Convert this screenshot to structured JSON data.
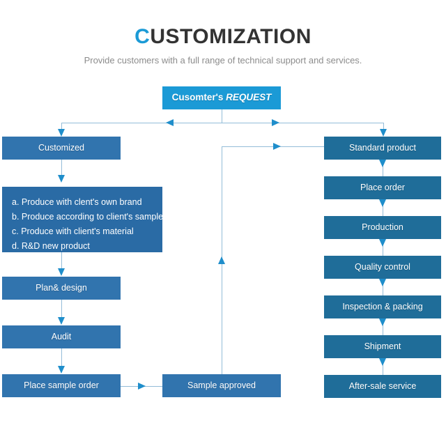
{
  "header": {
    "title_lead": "C",
    "title_rest": "USTOMIZATION",
    "subtitle": "Provide customers with a full range of technical support and services."
  },
  "colors": {
    "request_box": "#1b9ad6",
    "left_box": "#3174ae",
    "right_box": "#1f6d99",
    "list_box": "#2a6ba5",
    "connector_line": "#93bcd8",
    "arrow": "#1f8ecb",
    "title_accent": "#1b9ad6",
    "title_text": "#333333",
    "subtitle_text": "#8c8c8c"
  },
  "flow": {
    "root": {
      "label_bold": "Cusomter's",
      "label_italic": "REQUEST"
    },
    "left_branch": {
      "head": "Customized",
      "options": [
        "a. Produce with clent's own brand",
        "b. Produce according to client's sample",
        "c. Produce with client's material",
        "d. R&D new product"
      ],
      "steps": [
        "Plan& design",
        "Audit",
        "Place sample order"
      ]
    },
    "middle": {
      "node": "Sample approved"
    },
    "right_branch": {
      "steps": [
        "Standard product",
        "Place order",
        "Production",
        "Quality control",
        "Inspection & packing",
        "Shipment",
        "After-sale service"
      ]
    }
  }
}
